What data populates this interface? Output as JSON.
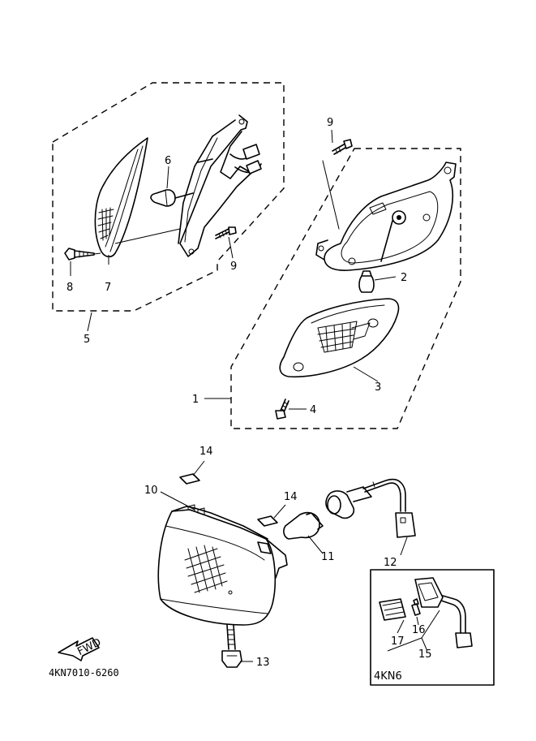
{
  "diagram": {
    "part_labels": {
      "p1": "1",
      "p2": "2",
      "p3": "3",
      "p4": "4",
      "p5": "5",
      "p6": "6",
      "p7": "7",
      "p8": "8",
      "p9a": "9",
      "p9b": "9",
      "p10": "10",
      "p11": "11",
      "p12": "12",
      "p13": "13",
      "p14a": "14",
      "p14b": "14",
      "p15": "15",
      "p16": "16",
      "p17": "17"
    },
    "fwd_label": "FWD",
    "drawing_code": "4KN7010-6260",
    "inset_label": "4KN6"
  }
}
